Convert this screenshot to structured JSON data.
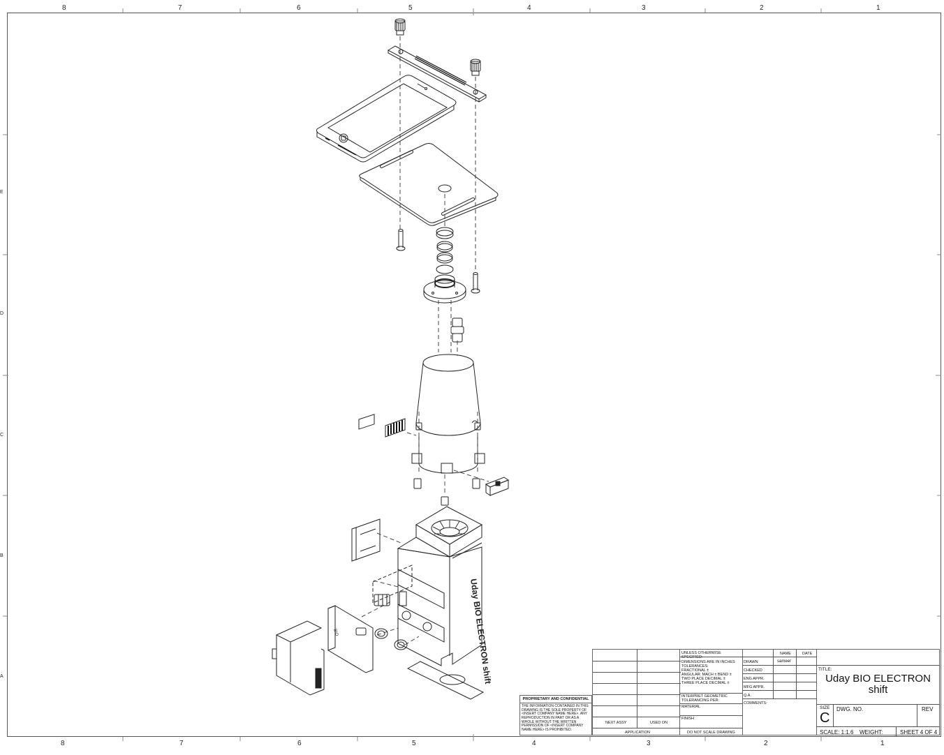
{
  "zones": {
    "top": [
      "8",
      "7",
      "6",
      "5",
      "4",
      "3",
      "2",
      "1"
    ],
    "bottom": [
      "8",
      "7",
      "6",
      "5",
      "4",
      "3",
      "2",
      "1"
    ],
    "left": [
      "E",
      "D",
      "C",
      "B",
      "A"
    ]
  },
  "part_labels": {
    "side_brand": "Uday BIO ELECTRON shift",
    "plate_brand": "BIO"
  },
  "proprietary": {
    "heading": "PROPRIETARY AND CONFIDENTIAL",
    "body": "THE INFORMATION CONTAINED IN THIS DRAWING IS THE SOLE PROPERTY OF <INSERT COMPANY NAME HERE>. ANY REPRODUCTION IN PART OR AS A WHOLE WITHOUT THE WRITTEN PERMISSION OF <INSERT COMPANY NAME HERE> IS PROHIBITED."
  },
  "title_block": {
    "next_assy": "NEXT ASSY",
    "used_on": "USED ON",
    "application": "APPLICATION",
    "unless": "UNLESS OTHERWISE SPECIFIED:",
    "dimensions": "DIMENSIONS ARE IN INCHES",
    "tolerances": "TOLERANCES:",
    "fractional": "FRACTIONAL ±",
    "angular": "ANGULAR: MACH ±   BEND ±",
    "two_place": "TWO PLACE DECIMAL   ±",
    "three_place": "THREE PLACE DECIMAL  ±",
    "interpret": "INTERPRET GEOMETRIC TOLERANCING PER:",
    "material": "MATERIAL",
    "finish": "FINISH",
    "do_not_scale": "DO NOT SCALE DRAWING",
    "name": "NAME",
    "date": "DATE",
    "drawn": "DRAWN",
    "drawn_by": "sameer",
    "checked": "CHECKED",
    "eng_appr": "ENG APPR.",
    "mfg_appr": "MFG APPR.",
    "qa": "Q.A.",
    "comments": "COMMENTS:",
    "title_label": "TITLE:",
    "title_line1": "Uday BIO ELECTRON",
    "title_line2": "shift",
    "size_label": "SIZE",
    "size_value": "C",
    "dwg_no": "DWG. NO.",
    "rev": "REV",
    "scale": "SCALE: 1:1.6",
    "weight": "WEIGHT:",
    "sheet": "SHEET 4 OF 4"
  }
}
